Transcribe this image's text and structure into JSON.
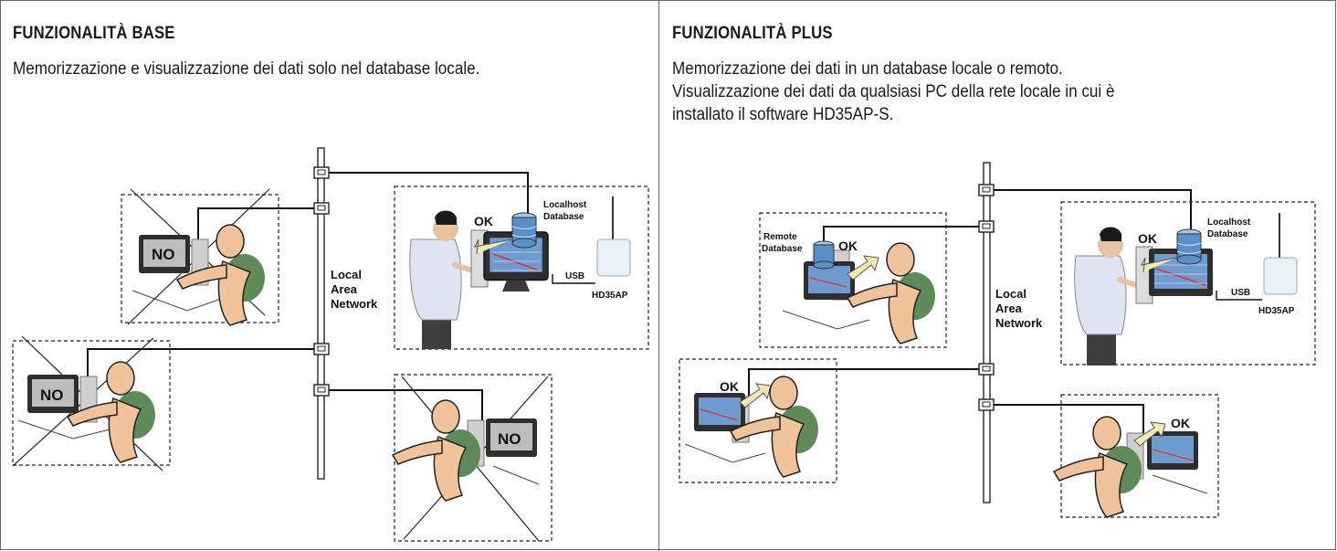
{
  "panels": [
    {
      "title": "FUNZIONALITÀ BASE",
      "description": "Memorizzazione e visualizzazione dei dati solo nel database locale.",
      "network_label": [
        "Local",
        "Area",
        "Network"
      ],
      "server": {
        "db_label": [
          "Localhost",
          "Database"
        ],
        "ok": "OK",
        "usb": "USB",
        "device": "HD35AP"
      },
      "clients": [
        {
          "status": "NO"
        },
        {
          "status": "NO"
        },
        {
          "status": "NO"
        }
      ]
    },
    {
      "title": "FUNZIONALITÀ PLUS",
      "description": "Memorizzazione dei dati in un database locale o remoto. Visualizzazione dei dati da qualsiasi PC della rete locale in cui è installato il software HD35AP-S.",
      "network_label": [
        "Local",
        "Area",
        "Network"
      ],
      "server": {
        "db_label": [
          "Localhost",
          "Database"
        ],
        "ok": "OK",
        "usb": "USB",
        "device": "HD35AP"
      },
      "remote_db_label": [
        "Remote",
        "Database"
      ],
      "clients": [
        {
          "status": "OK"
        },
        {
          "status": "OK"
        },
        {
          "status": "OK"
        }
      ]
    }
  ],
  "colors": {
    "skin": "#f0c39b",
    "skin_shade": "#e09a6a",
    "chair": "#5f8a5a",
    "screen": "#6e9bd0",
    "no_screen": "#bdbdbd",
    "db_blue": "#5a8fc9",
    "arrow": "#f3e9b0"
  }
}
